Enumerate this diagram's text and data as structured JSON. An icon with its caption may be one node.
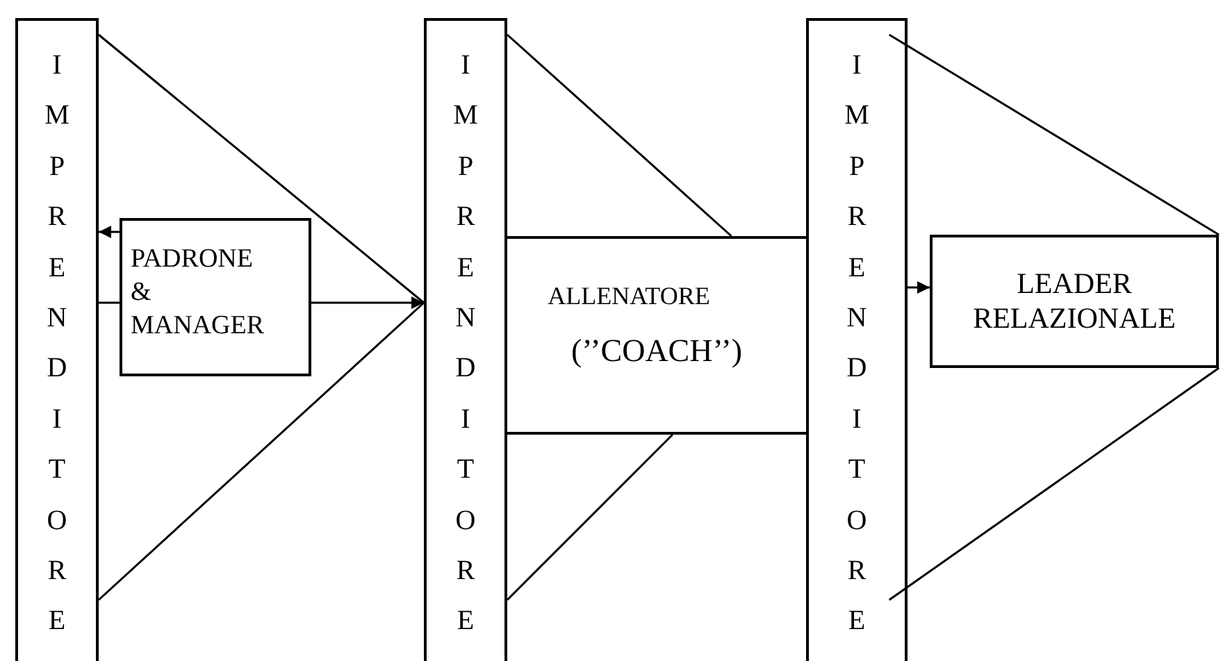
{
  "diagram": {
    "nodes": [
      {
        "text": [
          "IMPRENDITORE"
        ]
      },
      {
        "text": [
          "PADRONE & MANAGER"
        ]
      },
      {
        "text": [
          "IMPRENDITORE"
        ]
      },
      {
        "text": [
          "ALLENATORE",
          "(’’COACH’’)"
        ]
      },
      {
        "text": [
          "IMPRENDITORE"
        ]
      },
      {
        "text": [
          "LEADER RELAZIONALE"
        ]
      }
    ],
    "edges": [
      {
        "from": 1,
        "to": 0,
        "arrow": "to"
      },
      {
        "from": 0,
        "to": 1,
        "arrow": "none"
      },
      {
        "from": 1,
        "to": 2,
        "arrow": "to"
      },
      {
        "from": 0,
        "to": 2,
        "arrow": "none"
      },
      {
        "from": 0,
        "to": 2,
        "arrow": "none"
      },
      {
        "from": 2,
        "to": 3,
        "arrow": "none"
      },
      {
        "from": 2,
        "to": 3,
        "arrow": "none"
      },
      {
        "from": 4,
        "to": 5,
        "arrow": "to"
      },
      {
        "from": 4,
        "to": 5,
        "arrow": "none"
      },
      {
        "from": 4,
        "to": 5,
        "arrow": "none"
      }
    ]
  }
}
